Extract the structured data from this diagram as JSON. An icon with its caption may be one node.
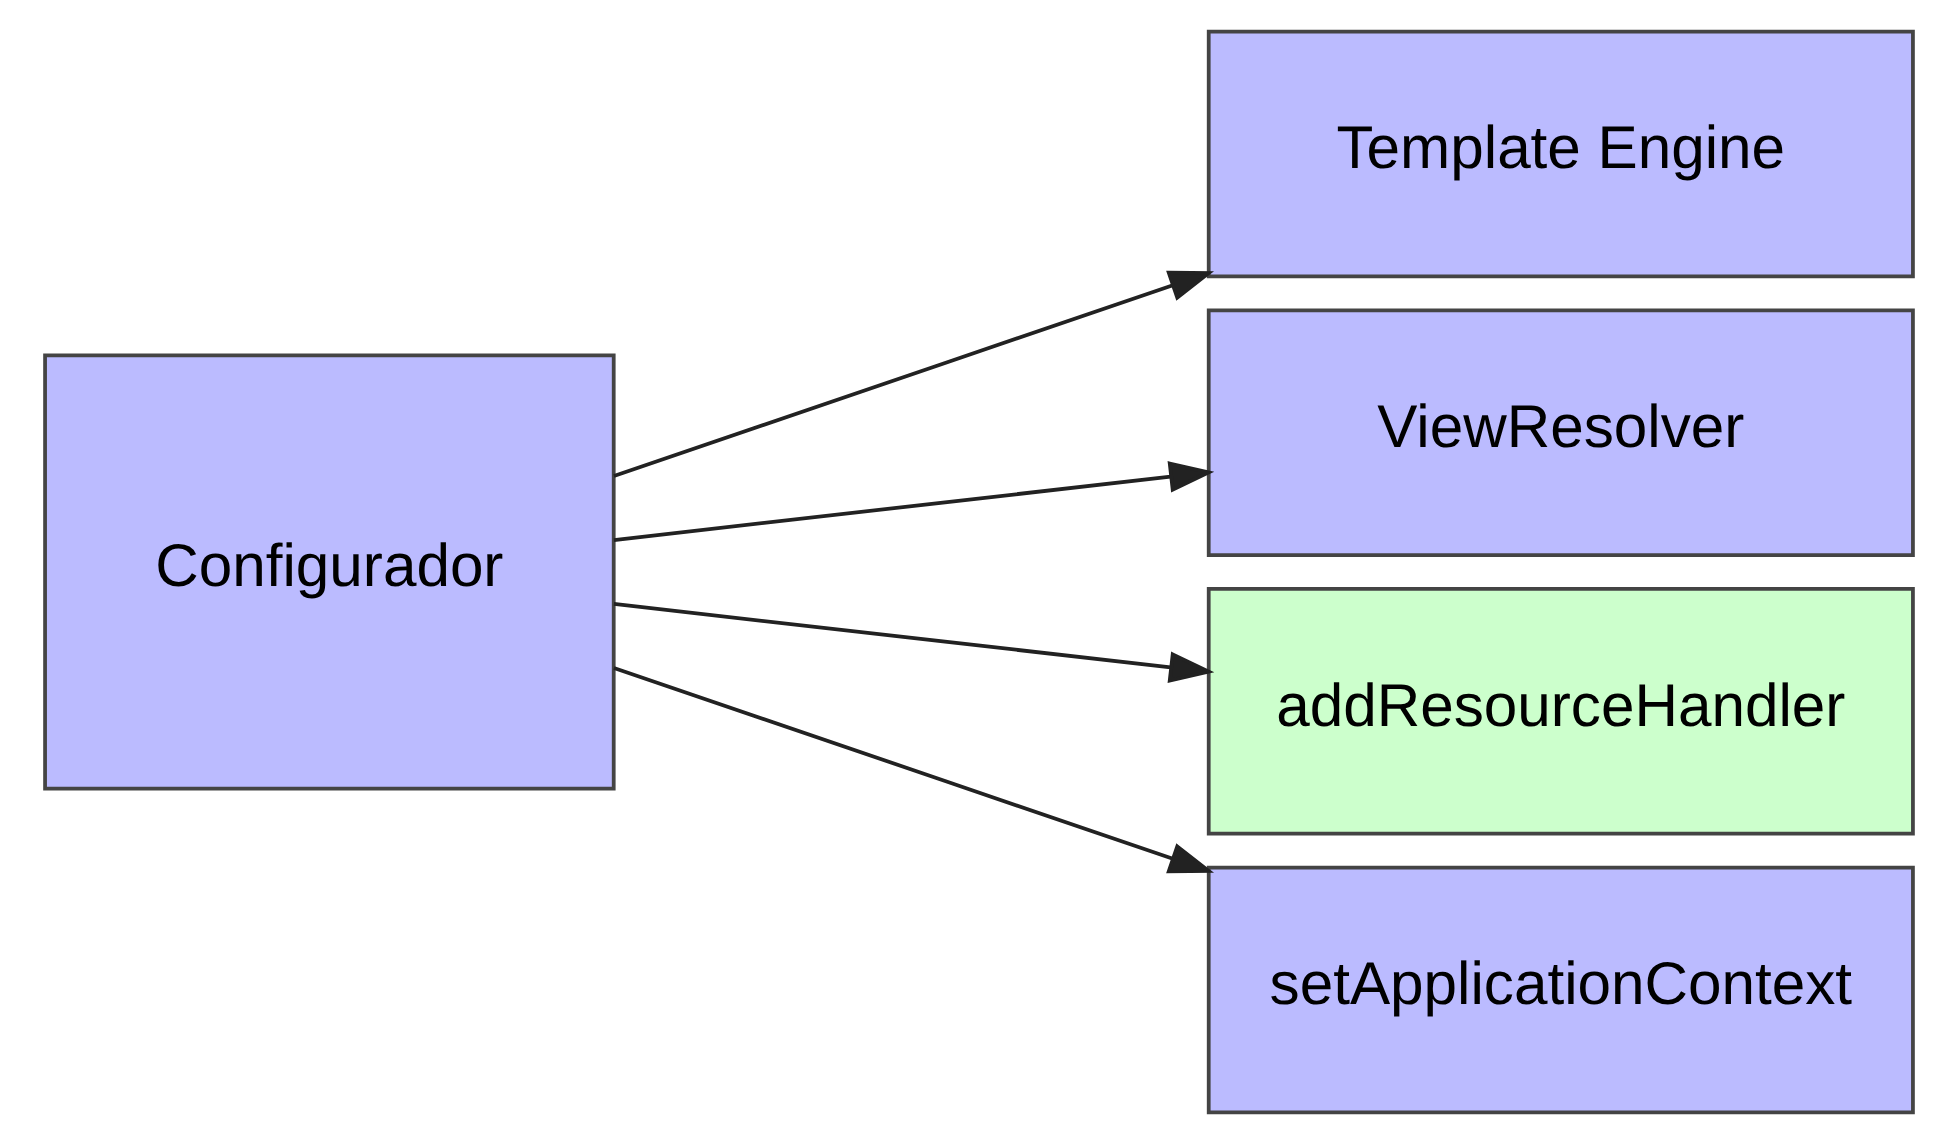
{
  "diagram": {
    "nodes": [
      {
        "text": [
          "Configurador"
        ]
      },
      {
        "text": [
          "Template Engine"
        ]
      },
      {
        "text": [
          "ViewResolver"
        ]
      },
      {
        "text": [
          "addResourceHandler"
        ]
      },
      {
        "text": [
          "setApplicationContext"
        ]
      }
    ],
    "edges": [
      {
        "from": 0,
        "to": 1,
        "arrow": "to"
      },
      {
        "from": 0,
        "to": 2,
        "arrow": "to"
      },
      {
        "from": 0,
        "to": 3,
        "arrow": "to"
      },
      {
        "from": 0,
        "to": 4,
        "arrow": "to"
      }
    ]
  }
}
